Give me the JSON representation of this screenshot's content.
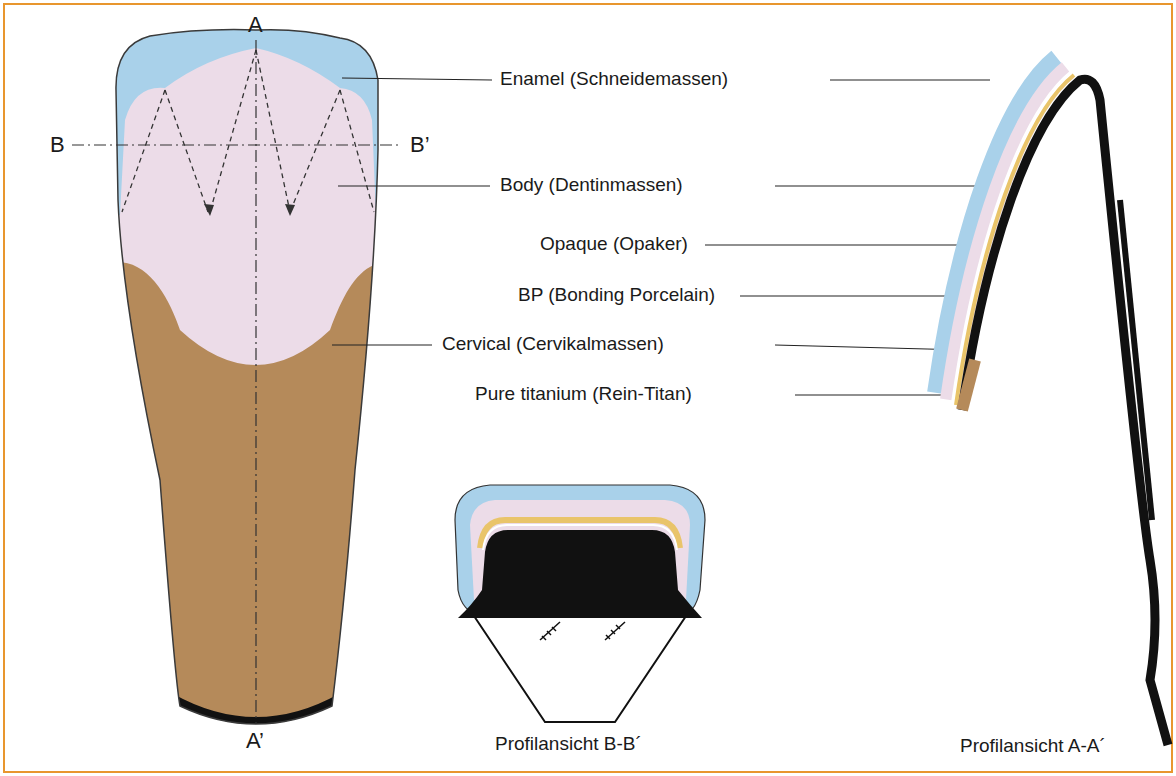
{
  "diagram": {
    "labels": [
      "A",
      "B",
      "B’",
      "A’",
      "Enamel (Schneidemassen)",
      "Body (Dentinmassen)",
      "Opaque (Opaker)",
      "BP (Bonding Porcelain)",
      "Cervical (Cervikalmassen)",
      "Pure titanium (Rein-Titan)",
      "Profilansicht A-A´",
      "Profilansicht B-B´"
    ]
  }
}
